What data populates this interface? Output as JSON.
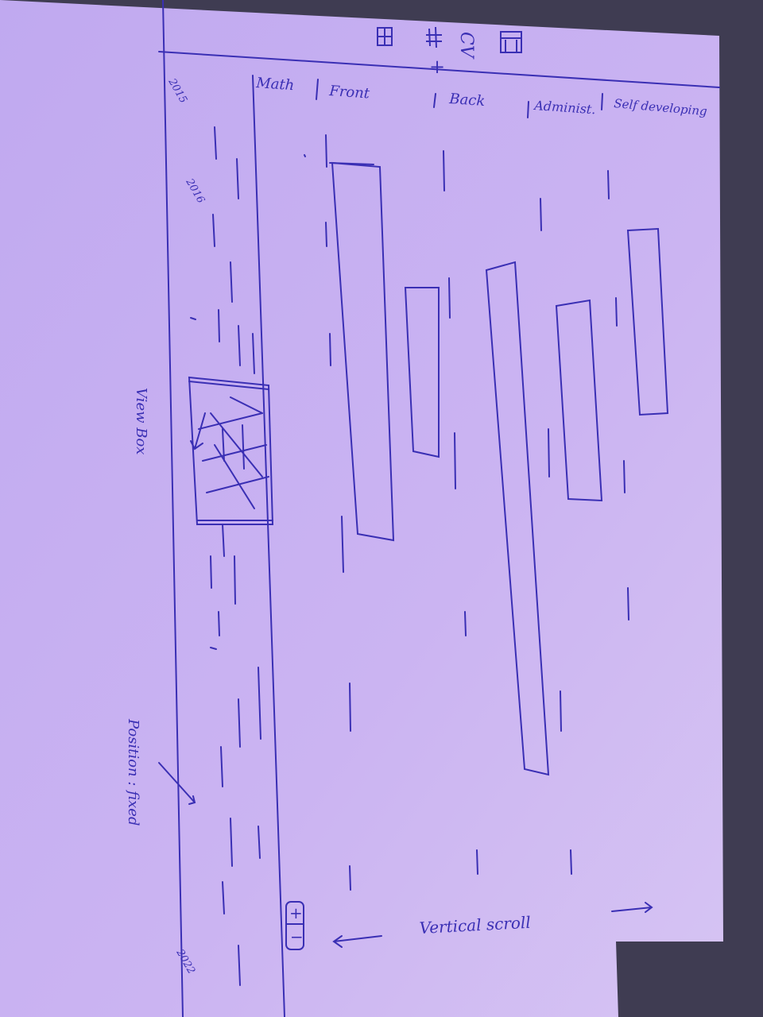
{
  "colors": {
    "background": "#3f3c52",
    "paper": "#c9b2f2",
    "paper_edge": "#b89ee8",
    "ink": "#3a2fb4"
  },
  "sketch": {
    "columns": [
      {
        "label": "Math"
      },
      {
        "label": "Front"
      },
      {
        "label": "Back"
      },
      {
        "label": "Administ."
      },
      {
        "label": "Self developing"
      }
    ],
    "timeline": {
      "start_label": "2015",
      "mid_label": "2016",
      "end_label": "2022"
    },
    "annotations": {
      "view_box": "View Box",
      "position_fixed": "Position : fixed",
      "vertical_scroll": "Vertical scroll"
    },
    "zoom_controls": {
      "plus": "+",
      "minus": "−"
    },
    "header_icons": [
      "bank-icon",
      "cv-icon",
      "translate-icon",
      "table-icon",
      "plus-icon"
    ],
    "header_texts": {
      "cv": "CV",
      "plus": "+"
    }
  }
}
